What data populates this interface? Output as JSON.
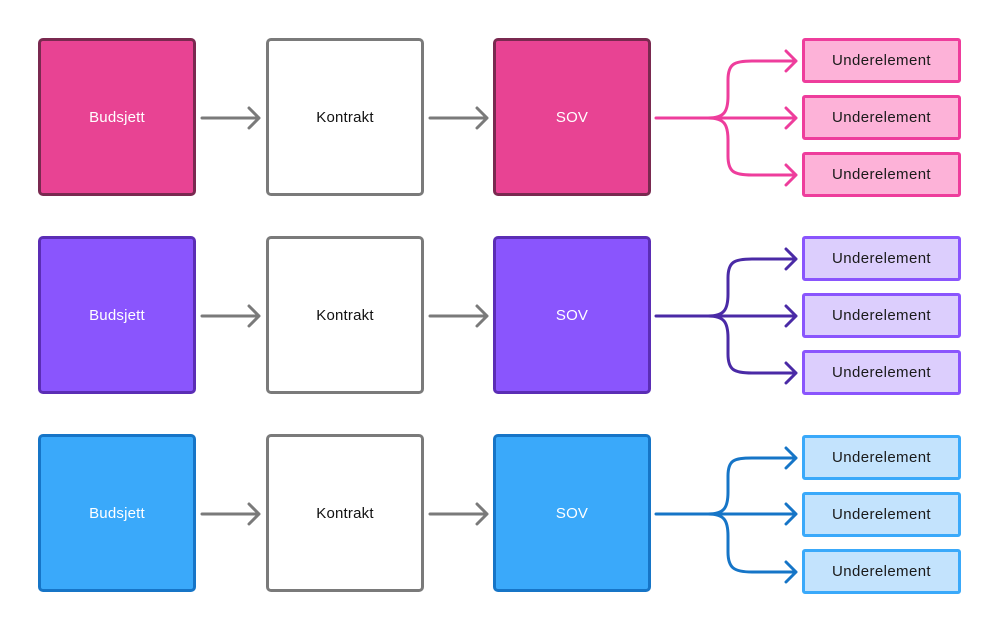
{
  "rows": [
    {
      "budget_label": "Budsjett",
      "contract_label": "Kontrakt",
      "sov_label": "SOV",
      "children": [
        "Underelement",
        "Underelement",
        "Underelement"
      ],
      "colors": {
        "fill": "#e84393",
        "border": "#7a2950",
        "branch": "#ee3d9c",
        "sub_fill": "#fdb2d8",
        "sub_border": "#ee3d9c"
      }
    },
    {
      "budget_label": "Budsjett",
      "contract_label": "Kontrakt",
      "sov_label": "SOV",
      "children": [
        "Underelement",
        "Underelement",
        "Underelement"
      ],
      "colors": {
        "fill": "#8a55fd",
        "border": "#5b2db5",
        "branch": "#4a2aa6",
        "sub_fill": "#dccefd",
        "sub_border": "#8a55fd"
      }
    },
    {
      "budget_label": "Budsjett",
      "contract_label": "Kontrakt",
      "sov_label": "SOV",
      "children": [
        "Underelement",
        "Underelement",
        "Underelement"
      ],
      "colors": {
        "fill": "#3aa9fa",
        "border": "#1675c7",
        "branch": "#1675c7",
        "sub_fill": "#c3e3fd",
        "sub_border": "#3aa9fa"
      }
    }
  ],
  "arrow_color": "#7a7a7a"
}
